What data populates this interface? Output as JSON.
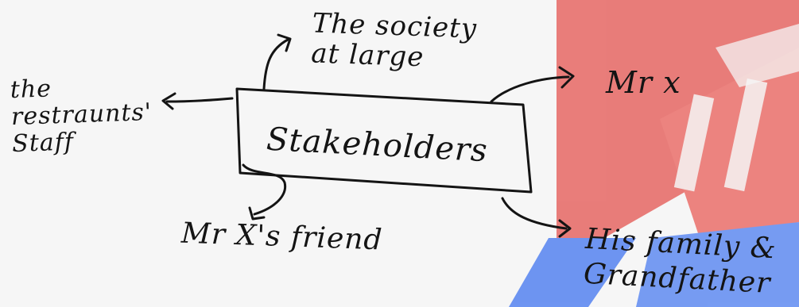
{
  "diagram": {
    "center": "Stakeholders",
    "stakeholders": [
      {
        "id": "society",
        "label": "The society\nat large"
      },
      {
        "id": "mrx",
        "label": "Mr x"
      },
      {
        "id": "staff",
        "label": "the\nrestraunts'\nStaff"
      },
      {
        "id": "friend",
        "label": "Mr X's friend"
      },
      {
        "id": "family",
        "label": "His family &\nGrandfather"
      }
    ]
  },
  "colors": {
    "ink": "#141414",
    "paper": "#f6f6f6",
    "watermark_red": "#e5625e",
    "watermark_blue": "#4f7ff0"
  }
}
